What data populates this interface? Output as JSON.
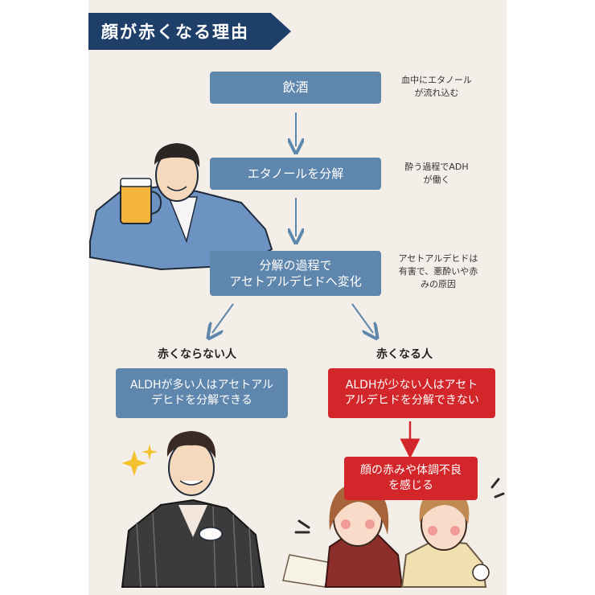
{
  "title": "顔が赤くなる理由",
  "colors": {
    "banner": "#1f3f6b",
    "box_blue": "#5f86ad",
    "box_red": "#d3262a",
    "arrow_blue": "#5f86ad",
    "arrow_red": "#d3262a",
    "background": "#f3efe8"
  },
  "flow": {
    "step1": {
      "label": "飲酒",
      "note_line1": "血中にエタノール",
      "note_line2": "が流れ込む"
    },
    "step2": {
      "label": "エタノールを分解",
      "note_line1": "酔う過程でADH",
      "note_line2": "が働く"
    },
    "step3": {
      "label_line1": "分解の過程で",
      "label_line2": "アセトアルデヒドへ変化",
      "note_line1": "アセトアルデヒドは",
      "note_line2": "有害で、悪酔いや赤",
      "note_line3": "みの原因"
    }
  },
  "branches": {
    "left": {
      "heading": "赤くならない人",
      "box_line1": "ALDHが多い人はアセトアル",
      "box_line2": "デヒドを分解できる"
    },
    "right": {
      "heading": "赤くなる人",
      "box_line1": "ALDHが少ない人はアセト",
      "box_line2": "アルデヒドを分解できない",
      "result_line1": "顔の赤みや体調不良",
      "result_line2": "を感じる"
    }
  },
  "illustrations": {
    "top": "man-with-beer-illustration",
    "bottom_left": "man-in-kimono-illustration",
    "bottom_right": "women-flushed-illustration"
  }
}
